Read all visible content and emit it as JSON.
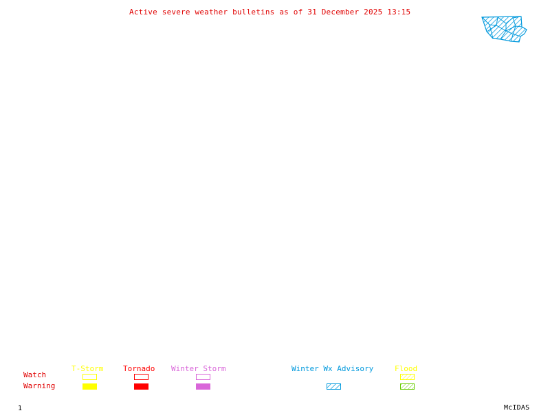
{
  "title": "Active severe weather bulletins as of 31 December 2025 13:15",
  "legend": {
    "row_labels": {
      "watch": "Watch",
      "warning": "Warning"
    },
    "row_label_color": "#e00000",
    "categories": [
      {
        "name": "T-Storm",
        "color": "#ffff00",
        "watch": "outline",
        "warning": "filled"
      },
      {
        "name": "Tornado",
        "color": "#ff0000",
        "watch": "outline",
        "warning": "filled"
      },
      {
        "name": "Winter Storm",
        "color": "#d966d9",
        "watch": "outline",
        "warning": "filled"
      },
      {
        "name": "Winter Wx Advisory",
        "color": "#0099dd",
        "watch": "none",
        "warning": "hatched"
      },
      {
        "name": "Flood",
        "color": "#ffff00",
        "warning_color": "#66cc00",
        "watch": "hatched",
        "warning": "hatched"
      }
    ]
  },
  "active_areas": [
    {
      "type": "Winter Wx Advisory",
      "color": "#0099dd",
      "region": "upper-right"
    }
  ],
  "footer": {
    "frame_number": "1",
    "software": "McIDAS"
  }
}
